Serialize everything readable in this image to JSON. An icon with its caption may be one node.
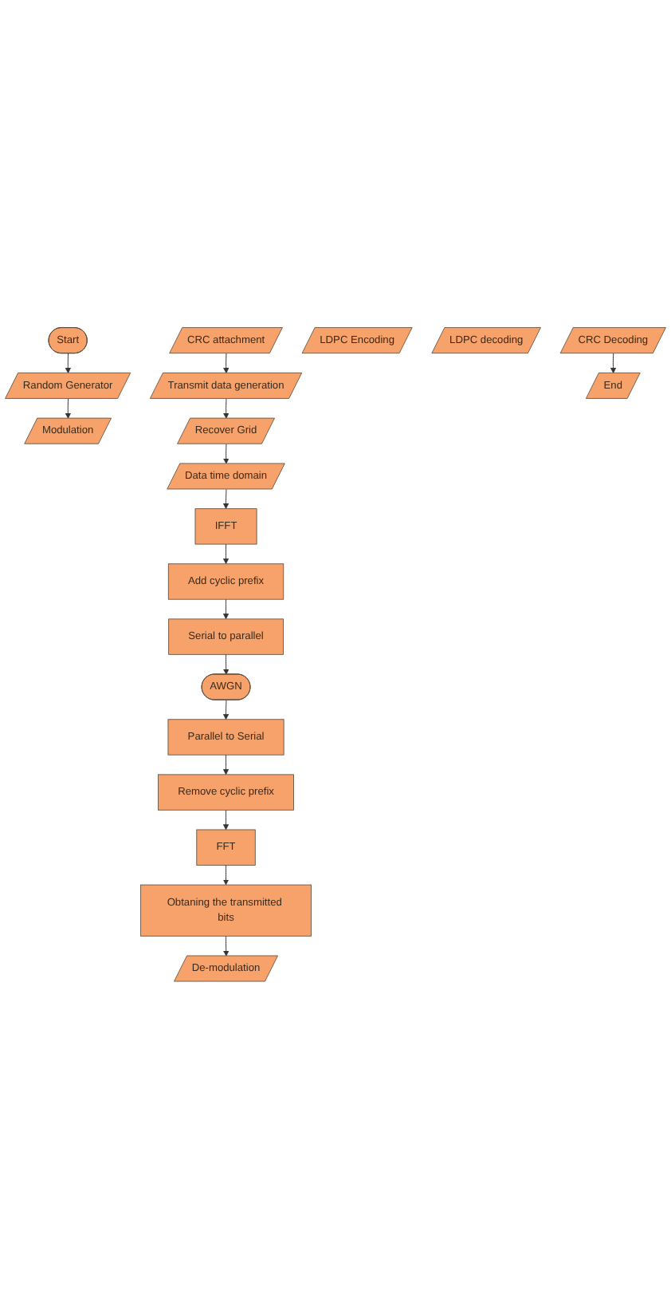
{
  "diagram": {
    "nodes": [
      {
        "text": [
          "Start"
        ]
      },
      {
        "text": [
          "Random Generator"
        ]
      },
      {
        "text": [
          "CRC attachment"
        ]
      },
      {
        "text": [
          "LDPC Encoding"
        ]
      },
      {
        "text": [
          "Modulation"
        ]
      },
      {
        "text": [
          "Transmit data generation"
        ]
      },
      {
        "text": [
          "Recover Grid"
        ]
      },
      {
        "text": [
          "Data time domain"
        ]
      },
      {
        "text": [
          "IFFT"
        ]
      },
      {
        "text": [
          "Add cyclic prefix"
        ]
      },
      {
        "text": [
          "Serial to parallel"
        ]
      },
      {
        "text": [
          "AWGN"
        ]
      },
      {
        "text": [
          "Parallel to Serial"
        ]
      },
      {
        "text": [
          "Remove cyclic prefix"
        ]
      },
      {
        "text": [
          "FFT"
        ]
      },
      {
        "text": [
          "Obtaning the transmitted bits"
        ]
      },
      {
        "text": [
          "De-modulation"
        ]
      },
      {
        "text": [
          "LDPC decoding"
        ]
      },
      {
        "text": [
          "CRC Decoding"
        ]
      },
      {
        "text": [
          "End"
        ]
      }
    ],
    "edges": [
      {
        "from": 0,
        "to": 1,
        "arrow": "to"
      },
      {
        "from": 1,
        "to": 4,
        "arrow": "to"
      },
      {
        "from": 2,
        "to": 5,
        "arrow": "to"
      },
      {
        "from": 5,
        "to": 6,
        "arrow": "to"
      },
      {
        "from": 6,
        "to": 7,
        "arrow": "to"
      },
      {
        "from": 7,
        "to": 8,
        "arrow": "to"
      },
      {
        "from": 8,
        "to": 9,
        "arrow": "to"
      },
      {
        "from": 9,
        "to": 10,
        "arrow": "to"
      },
      {
        "from": 10,
        "to": 11,
        "arrow": "to"
      },
      {
        "from": 11,
        "to": 12,
        "arrow": "to"
      },
      {
        "from": 12,
        "to": 13,
        "arrow": "to"
      },
      {
        "from": 13,
        "to": 14,
        "arrow": "to"
      },
      {
        "from": 14,
        "to": 15,
        "arrow": "to"
      },
      {
        "from": 15,
        "to": 16,
        "arrow": "to"
      },
      {
        "from": 18,
        "to": 19,
        "arrow": "to"
      }
    ]
  }
}
